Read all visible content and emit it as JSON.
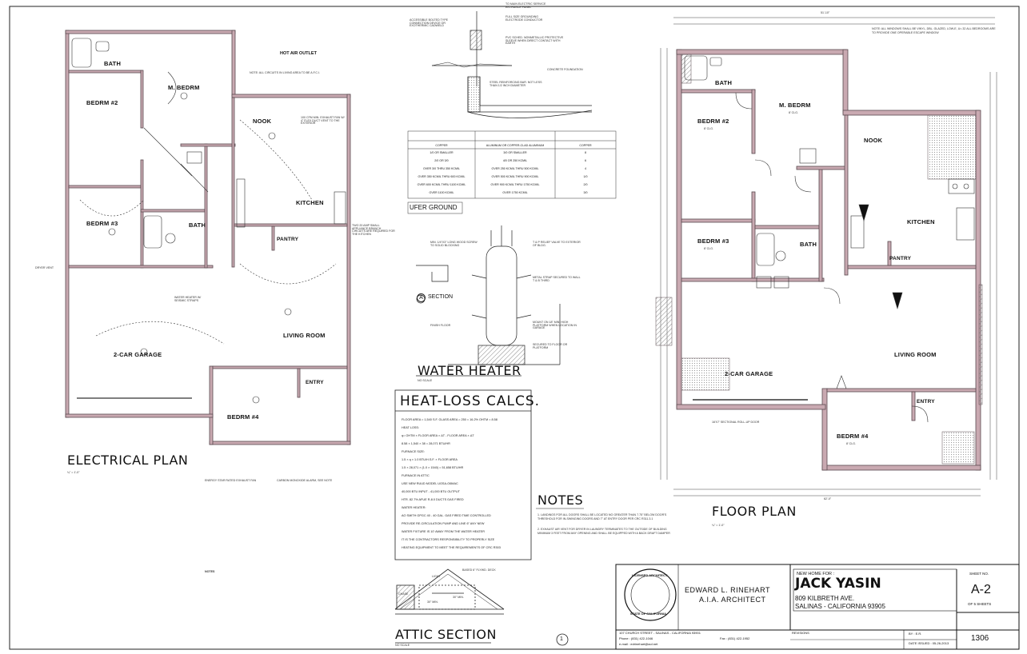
{
  "electrical_plan": {
    "title": "ELECTRICAL PLAN",
    "scale": "¼\" = 1'-0\"",
    "rooms": {
      "bath": "BATH",
      "m_bedrm": "M. BEDRM",
      "bedrm2": "BEDRM #2",
      "bedrm3": "BEDRM #3",
      "bedrm4": "BEDRM #4",
      "nook": "NOOK",
      "kitchen": "KITCHEN",
      "pantry": "PANTRY",
      "living": "LIVING ROOM",
      "garage": "2-CAR GARAGE",
      "entry": "ENTRY",
      "bath2": "BATH"
    },
    "hot_air_outlet": "HOT AIR OUTLET",
    "afci_note": "NOTE: ALL CIRCUITS IN LIVING AREA TO BE A.F.C.I.",
    "exhaust_note": "100 CFM MIN. EXHAUST FAN W/ 4\" FLEX DUCT VENT TO THE EXTERIOR",
    "small_appliance_note": "TWO 20 AMP SMALL APPLIANCE BRANCH CIRCUITS ARE REQUIRED FOR THE KITCHEN",
    "dryer_vent": "DRYER VENT",
    "water_heater_label": "WATER HEATER W/ SEISMIC STRAPS",
    "notes_title": "NOTES",
    "legend_1": "ENERGY STAR RATED EXHAUST FAN",
    "legend_2": "CARBON MONOXIDE ALARM, SEE NOTE"
  },
  "ufer": {
    "title": "UFER GROUND",
    "note_1": "FULL SIZE GROUNDING ELECTRODE CONDUCTOR",
    "note_2": "PVC SCHED. NONMETALLIC PROTECTIVE SLEEVE WHEN DIRECT CONTACT WITH EARTH",
    "note_3": "CONCRETE FOUNDATION",
    "note_4": "STEEL REINFORCING BAR. NOT LESS THAN 1/2 INCH DIAMETER",
    "note_5": "ACCESSIBLE BOLTED TYPE CONNECTION DEVICE OR EXOTHERMIC CADWELD",
    "to_service": "TO MAIN ELECTRIC SERVICE ENTRANCE PANEL",
    "table_headers": [
      "COPPER",
      "ALUMINUM OR COPPER-CLAD ALUMINUM",
      "COPPER"
    ],
    "table_rows": [
      [
        "1/0 OR SMALLER",
        "3/0 OR SMALLER",
        "8"
      ],
      [
        "2/0 OR 3/0",
        "4/0 OR 250 KCMIL",
        "6"
      ],
      [
        "OVER 3/0 THRU 350 KCMIL",
        "OVER 250 KCMIL THRU 500 KCMIL",
        "4"
      ],
      [
        "OVER 350 KCMIL THRU 600 KCMIL",
        "OVER 500 KCMIL THRU 900 KCMIL",
        "1/0"
      ],
      [
        "OVER 600 KCMIL THRU 1100 KCMIL",
        "OVER 900 KCMIL THRU 1750 KCMIL",
        "2/0"
      ],
      [
        "OVER 1100 KCMIL",
        "OVER 1750 KCMIL",
        "3/0"
      ]
    ]
  },
  "water_heater": {
    "title": "WATER HEATER",
    "noscale": "NO SCALE",
    "section": "SECTION",
    "section_tag": "A",
    "notes": [
      "MIN. 1/4\"X3\" LONG WOOD SCREW TO SOLID BLOCKING",
      "T & P RELIEF VALVE TO EXTERIOR OF BLDG.",
      "METAL STRAP SECURED TO WALL T & B THIRD",
      "MOUNT ON 18\" MIN. HIGH PLATFORM WHEN LOCATION IN GARAGE",
      "SECURED TO FLOOR OR PLATFORM"
    ],
    "finish_floor": "FINISH FLOOR"
  },
  "heat_loss": {
    "title": "HEAT-LOSS CALCS.",
    "lines": [
      "FLOOR AREA = 1,540 S.F.  GLASS AREA = 250 = 16.2%  OHTM = 8.58",
      "HEAT LOSS:",
      "q= OHTM × FLOOR AREA × ΔT - FLOOR AREA × ΔT",
      "8.58 × 1,540 × 38  =  28,071 BTU/HR",
      "FURNACE SIZE:",
      "1.5 × q × 1.0 BTU/H.S.F. × FLOOR AREA",
      "1.5 × 28,071 × (1.0 × 1540) = 51,658 BTU/HR",
      "FURNACE IN ATTIC",
      "USE NEW RUUD MODEL UGSA-O6MAC",
      "40,000 BTU INPUT - 41,000 BTU OUTPUT",
      "HTR. 82.7% AFUE R-8.0 DUCTS GAS FIRED",
      "WATER HEATER:",
      "AO SMITH GPGC 40 - 40 GAL. GAS FIRED TIME CONTROLLED",
      "PROVIDE RE-CIRCULATION PUMP AND LINE 6\" ANY NEW",
      "WATER FIXTURE IS 10' AWAY FROM THE WATER HEATER",
      "IT IS THE CONTRACTORS RESPONSIBILITY TO PROPERLY SIZE",
      "HEATING EQUIPMENT TO MEET THE REQUIREMENTS OF CRC R303"
    ]
  },
  "attic": {
    "title": "ATTIC SECTION",
    "noscale": "NO SCALE",
    "number": "1",
    "labels": [
      "BASED 6\" FLYWD. DECK",
      "LIGHT",
      "30\" MIN.",
      "30\" MIN.",
      "CHASE"
    ]
  },
  "notes": {
    "title": "NOTES",
    "items": [
      "1. LANDINGS FOR ALL DOORS SHALL BE LOCATED NO GREATER THAN 7.75\" BELOW DOOR'S THRESHOLD FOR IN-SWINGING DOORS AND 7\" AT ENTRY DOOR PER CRC R311.3.1",
      "2. EXHAUST AIR VENT FOR DRYER IN LAUNDRY TERMINATES TO THE OUTSIDE OF BUILDING MINIMUM 3 FEET FROM ANY OPENING AND SHALL BE EQUIPPED WITH A BACK DRAFT DAMPER"
    ]
  },
  "floor_plan": {
    "title": "FLOOR PLAN",
    "scale": "¼\" = 1'-0\"",
    "rooms": {
      "bath": "BATH",
      "m_bedrm": "M. BEDRM",
      "bedrm2": "BEDRM #2",
      "bedrm3": "BEDRM #3",
      "bedrm4": "BEDRM #4",
      "nook": "NOOK",
      "kitchen": "KITCHEN",
      "pantry": "PANTRY",
      "living": "LIVING ROOM",
      "garage": "2-CAR GARAGE",
      "entry": "ENTRY",
      "bath2": "BATH"
    },
    "clg": "8' CLG.",
    "garage_door": "16'X7' SECTIONAL ROLL-UP DOOR",
    "window_note": "NOTE: ALL WINDOWS SHALL BE VINYL, DBL. GLAZED, LOW-E, U=.32 ALL BEDROOMS ARE TO PROVIDE ONE OPERABLE ESCAPE WINDOW",
    "dim_top": "51'-10\"",
    "dim_bottom": "62'-0\""
  },
  "title_block": {
    "stamp_top": "LICENSED ARCHITECT",
    "stamp_bottom": "STATE OF CALIFORNIA",
    "architect_name": "EDWARD L. RINEHART",
    "architect_title": "A.I.A. ARCHITECT",
    "address": "107 CHURCH STREET - SALINAS - CALIFORNIA 93901",
    "phone": "Phone :  (831) 422-1046",
    "fax": "Fax :  (831) 422-1952",
    "email": "e-mail : edrinehart@aol.net",
    "new_home_for": "NEW HOME FOR :",
    "client": "JACK YASIN",
    "project_address1": "809 KILBRETH AVE.",
    "project_address2": "SALINAS - CALIFORNIA 93905",
    "sheet_label": "SHEET NO.",
    "sheet_no": "A-2",
    "of_sheets": "OF  5  SHEETS",
    "revisions": "REVISIONS",
    "by": "BY : E.R.",
    "date": "DATE ISSUED : 05-26-2013",
    "job_no": "1306"
  },
  "colors": {
    "wall_fill": "#c9a9b1",
    "wall_stroke": "#5a4a50",
    "hatch": "#777777",
    "ink": "#111111"
  }
}
